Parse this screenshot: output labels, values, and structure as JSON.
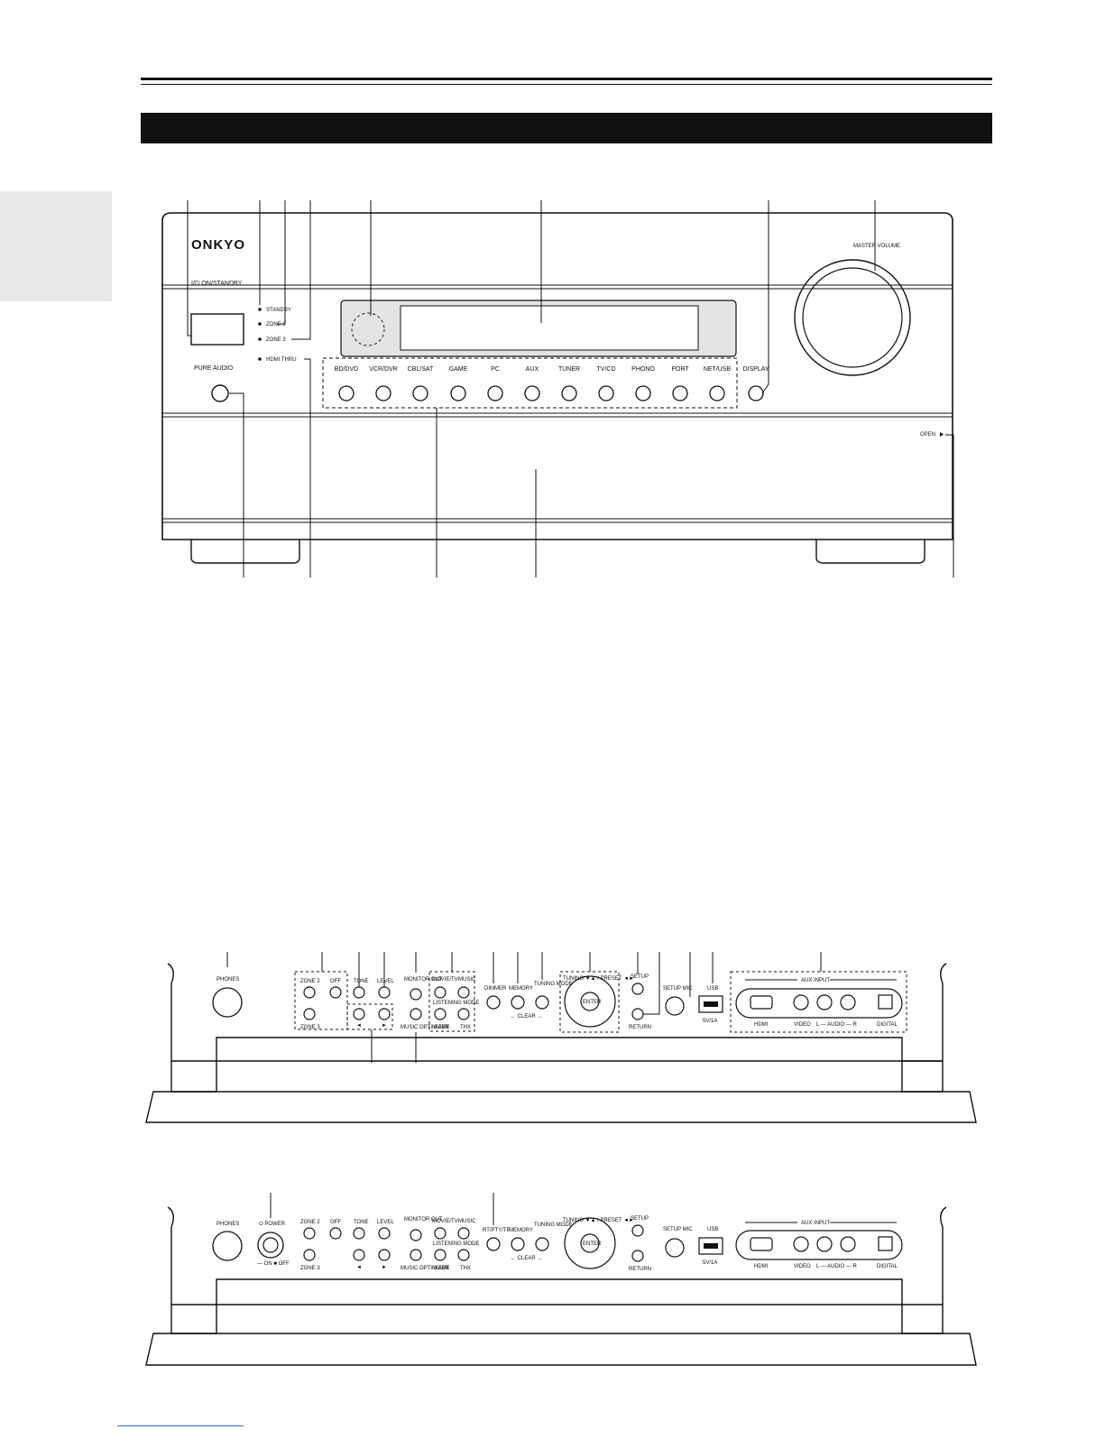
{
  "front_panel": {
    "brand": "ONKYO",
    "power_label": "I/⏻ ON/STANDBY",
    "indicators": [
      "STANDBY",
      "ZONE 2",
      "ZONE 3",
      "HDMI THRU"
    ],
    "pure_audio_label": "PURE AUDIO",
    "master_volume_label": "MASTER VOLUME",
    "display_label": "DISPLAY",
    "open_label": "OPEN",
    "input_selectors": [
      "BD/DVD",
      "VCR/DVR",
      "CBL/SAT",
      "GAME",
      "PC",
      "AUX",
      "TUNER",
      "TV/CD",
      "PHONO",
      "PORT",
      "NET/USB"
    ]
  },
  "sub_panel_1": {
    "phones": "PHONES",
    "zone2": "ZONE 2",
    "off": "OFF",
    "zone3": "ZONE 3",
    "tone": "TONE",
    "level": "LEVEL",
    "minus": "◄",
    "plus": "►",
    "monitor_out": "MONITOR OUT",
    "music_optimizer": "MUSIC OPTIMIZER",
    "movie_tv": "MOVIE/TV",
    "music": "MUSIC",
    "listening_mode": "LISTENING MODE",
    "game": "GAME",
    "thx": "THX",
    "dimmer": "DIMMER",
    "memory": "MEMORY",
    "tuning_mode": "TUNING MODE",
    "clear": "← CLEAR →",
    "tuning_preset": "TUNING ▼▲ / PRESET ◄►",
    "enter": "ENTER",
    "setup": "SETUP",
    "return": "RETURN",
    "setup_mic": "SETUP MIC",
    "usb": "USB",
    "usb_spec": "5V/1A",
    "aux_input": "AUX INPUT",
    "hdmi": "HDMI",
    "video": "VIDEO",
    "audio_lr": "L — AUDIO — R",
    "digital": "DIGITAL"
  },
  "sub_panel_2": {
    "phones": "PHONES",
    "power": "⏻ POWER",
    "power_onoff": "— ON  ■ OFF",
    "zone2": "ZONE 2",
    "off": "OFF",
    "zone3": "ZONE 3",
    "tone": "TONE",
    "level": "LEVEL",
    "minus": "◄",
    "plus": "►",
    "monitor_out": "MONITOR OUT",
    "music_optimizer": "MUSIC OPTIMIZER",
    "movie_tv": "MOVIE/TV",
    "music": "MUSIC",
    "listening_mode": "LISTENING MODE",
    "game": "GAME",
    "thx": "THX",
    "rt_ptypty": "RT/PTY/TP",
    "memory": "MEMORY",
    "tuning_mode": "TUNING MODE",
    "clear": "← CLEAR →",
    "tuning_preset": "TUNING ▼▲ / PRESET ◄►",
    "enter": "ENTER",
    "setup": "SETUP",
    "return": "RETURN",
    "setup_mic": "SETUP MIC",
    "usb": "USB",
    "usb_spec": "5V/1A",
    "aux_input": "AUX INPUT",
    "hdmi": "HDMI",
    "video": "VIDEO",
    "audio_lr": "L — AUDIO — R",
    "digital": "DIGITAL"
  }
}
